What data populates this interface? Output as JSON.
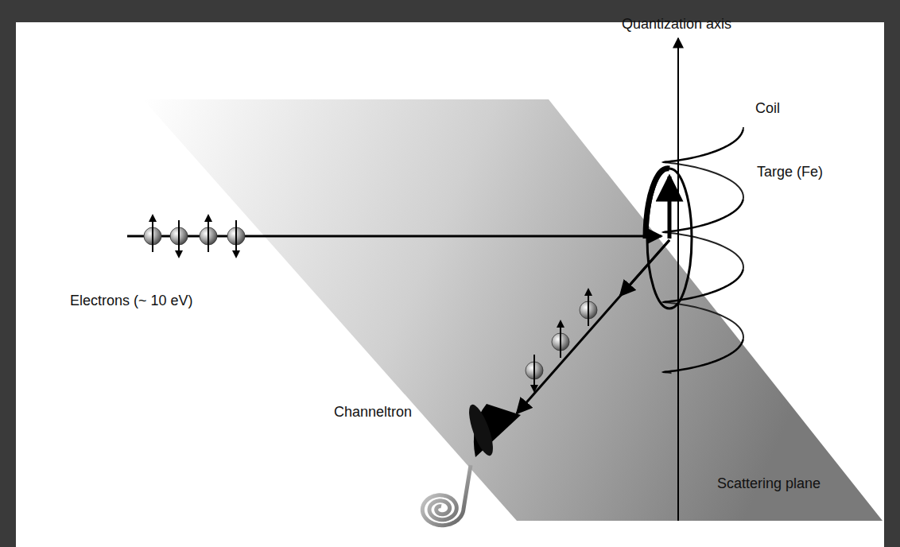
{
  "diagram": {
    "labels": [
      "Quantization axis",
      "Coil",
      "Targe (Fe)",
      "Electrons (~ 10 eV)",
      "Channeltron",
      "Scattering plane"
    ]
  }
}
